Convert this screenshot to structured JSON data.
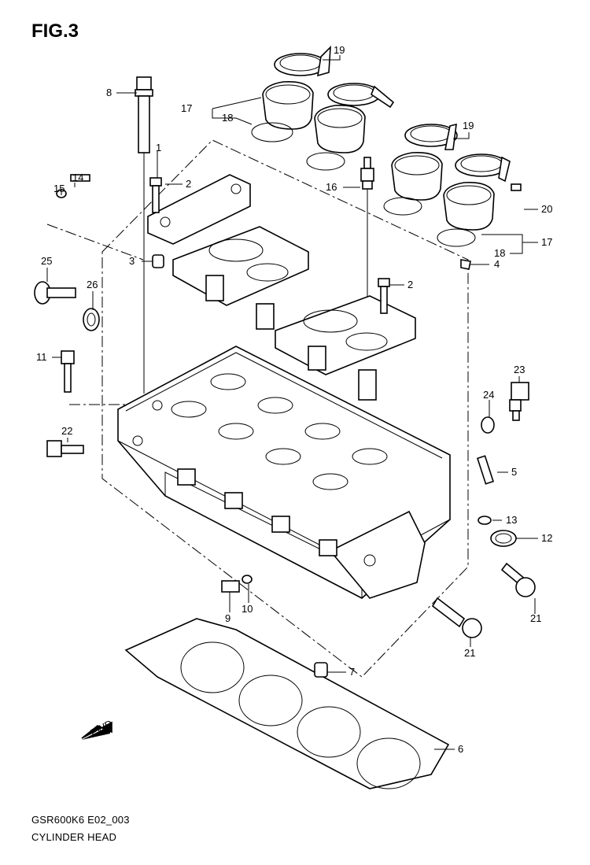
{
  "figure": {
    "title": "FIG.3"
  },
  "footer": {
    "model_code": "GSR600K6 E02_003",
    "section_name": "CYLINDER HEAD"
  },
  "direction_marker": {
    "label": "FWD"
  },
  "callouts": {
    "c1": "1",
    "c2a": "2",
    "c2b": "2",
    "c3": "3",
    "c4": "4",
    "c5": "5",
    "c6": "6",
    "c7": "7",
    "c8": "8",
    "c9": "9",
    "c10": "10",
    "c11": "11",
    "c12": "12",
    "c13": "13",
    "c14": "14",
    "c15": "15",
    "c16": "16",
    "c17a": "17",
    "c17b": "17",
    "c18a": "18",
    "c18b": "18",
    "c19a": "19",
    "c19b": "19",
    "c20": "20",
    "c21a": "21",
    "c21b": "21",
    "c22": "22",
    "c23": "23",
    "c24": "24",
    "c25": "25",
    "c26": "26"
  }
}
